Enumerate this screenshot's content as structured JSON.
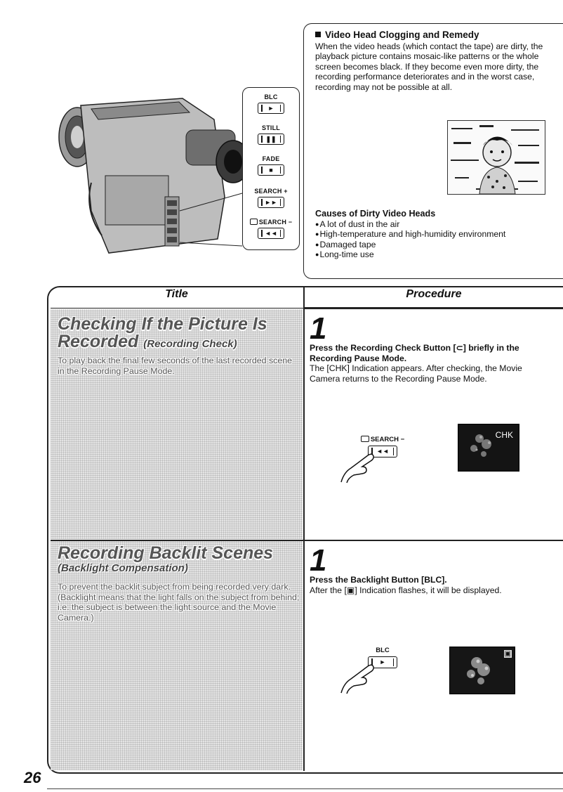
{
  "info_box": {
    "heading": "Video Head Clogging and Remedy",
    "body": "When the video heads (which contact the tape) are dirty, the playback picture contains mosaic-like patterns or the whole screen becomes black. If they become even more dirty, the recording performance deteriorates and in the worst case, recording may not be possible at all.",
    "causes_heading": "Causes of Dirty Video Heads",
    "causes": [
      "A lot of dust in the air",
      "High-temperature and high-humidity environment",
      "Damaged tape",
      "Long-time use"
    ]
  },
  "camera_buttons": {
    "blc": "BLC",
    "still": "STILL",
    "fade": "FADE",
    "search_plus": "SEARCH +",
    "search_minus": "SEARCH −"
  },
  "table": {
    "col_title": "Title",
    "col_procedure": "Procedure",
    "rows": [
      {
        "title_line1": "Checking If the Picture Is",
        "title_line2": "Recorded",
        "subtitle": "(Recording Check)",
        "description": "To play back the final few seconds of the last recorded scene in the Recording Pause Mode.",
        "step_number": "1",
        "step_bold": "Press the Recording Check Button [⊂] briefly in the Recording Pause Mode.",
        "step_text": "The [CHK] Indication appears. After checking, the Movie Camera returns to the Recording Pause Mode.",
        "button_label": "SEARCH −",
        "screen_indicator": "CHK"
      },
      {
        "title_line1": "Recording Backlit Scenes",
        "subtitle": "(Backlight Compensation)",
        "description": "To prevent the backlit subject from being recorded very dark. (Backlight means that the light falls on the subject from behind; i.e. the subject is between the light source and the Movie Camera.)",
        "step_number": "1",
        "step_bold": "Press the Backlight Button [BLC].",
        "step_text": "After the [▣] Indication flashes, it will be displayed.",
        "button_label": "BLC",
        "screen_indicator": "▣"
      }
    ]
  },
  "page_number": "26"
}
